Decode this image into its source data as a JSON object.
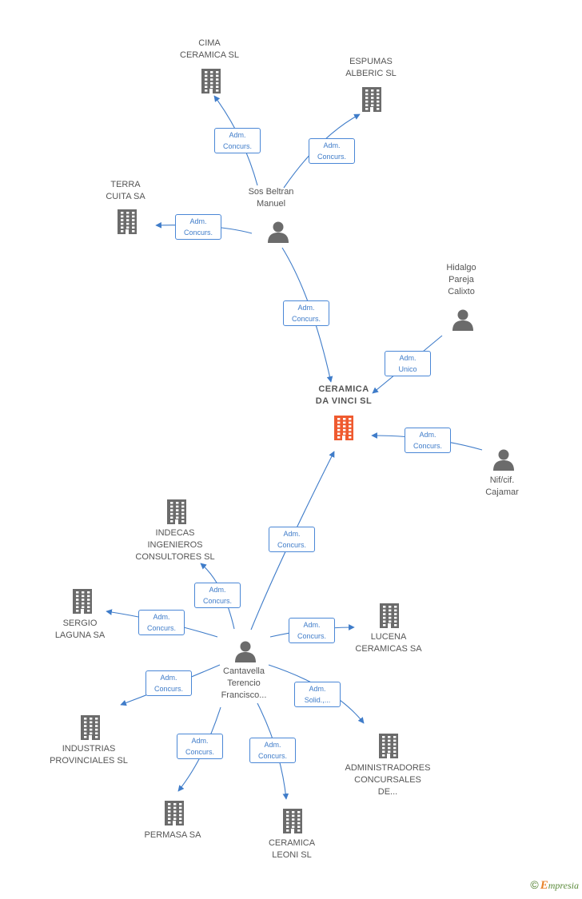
{
  "nodes": {
    "cima": {
      "label": "CIMA\nCERAMICA SL",
      "kind": "company"
    },
    "espumas": {
      "label": "ESPUMAS\nALBERIC SL",
      "kind": "company"
    },
    "terra": {
      "label": "TERRA\nCUITA SA",
      "kind": "company"
    },
    "sos": {
      "label": "Sos Beltran\nManuel",
      "kind": "person"
    },
    "hidalgo": {
      "label": "Hidalgo\nPareja\nCalixto",
      "kind": "person"
    },
    "ceramica_da_vinci": {
      "label": "CERAMICA\nDA VINCI SL",
      "kind": "company-main"
    },
    "nif": {
      "label": "Nif/cif.\nCajamar",
      "kind": "person"
    },
    "indecas": {
      "label": "INDECAS\nINGENIEROS\nCONSULTORES SL",
      "kind": "company"
    },
    "sergio": {
      "label": "SERGIO\nLAGUNA SA",
      "kind": "company"
    },
    "lucena": {
      "label": "LUCENA\nCERAMICAS SA",
      "kind": "company"
    },
    "cantavella": {
      "label": "Cantavella\nTerencio\nFrancisco...",
      "kind": "person"
    },
    "industrias": {
      "label": "INDUSTRIAS\nPROVINCIALES SL",
      "kind": "company"
    },
    "administradores": {
      "label": "ADMINISTRADORES\nCONCURSALES\nDE...",
      "kind": "company"
    },
    "permasa": {
      "label": "PERMASA SA",
      "kind": "company"
    },
    "leoni": {
      "label": "CERAMICA\nLEONI SL",
      "kind": "company"
    }
  },
  "edges": [
    {
      "id": "e1",
      "from": "sos",
      "to": "cima",
      "label": "Adm.\nConcurs."
    },
    {
      "id": "e2",
      "from": "sos",
      "to": "espumas",
      "label": "Adm.\nConcurs."
    },
    {
      "id": "e3",
      "from": "sos",
      "to": "terra",
      "label": "Adm.\nConcurs."
    },
    {
      "id": "e4",
      "from": "sos",
      "to": "ceramica_da_vinci",
      "label": "Adm.\nConcurs."
    },
    {
      "id": "e5",
      "from": "hidalgo",
      "to": "ceramica_da_vinci",
      "label": "Adm.\nUnico"
    },
    {
      "id": "e6",
      "from": "nif",
      "to": "ceramica_da_vinci",
      "label": "Adm.\nConcurs."
    },
    {
      "id": "e7",
      "from": "cantavella",
      "to": "ceramica_da_vinci",
      "label": "Adm.\nConcurs."
    },
    {
      "id": "e8",
      "from": "cantavella",
      "to": "indecas",
      "label": "Adm.\nConcurs."
    },
    {
      "id": "e9",
      "from": "cantavella",
      "to": "sergio",
      "label": "Adm.\nConcurs."
    },
    {
      "id": "e10",
      "from": "cantavella",
      "to": "lucena",
      "label": "Adm.\nConcurs."
    },
    {
      "id": "e11",
      "from": "cantavella",
      "to": "industrias",
      "label": "Adm.\nConcurs."
    },
    {
      "id": "e12",
      "from": "cantavella",
      "to": "administradores",
      "label": "Adm.\nSolid.,..."
    },
    {
      "id": "e13",
      "from": "cantavella",
      "to": "permasa",
      "label": "Adm.\nConcurs."
    },
    {
      "id": "e14",
      "from": "cantavella",
      "to": "leoni",
      "label": "Adm.\nConcurs."
    }
  ],
  "colors": {
    "edge": "#3f7cc9",
    "company": "#6b6b6b",
    "main": "#ef5a2f",
    "person": "#6b6b6b"
  },
  "footer": {
    "copyright": "©",
    "brand_first": "E",
    "brand_rest": "mpresia"
  }
}
